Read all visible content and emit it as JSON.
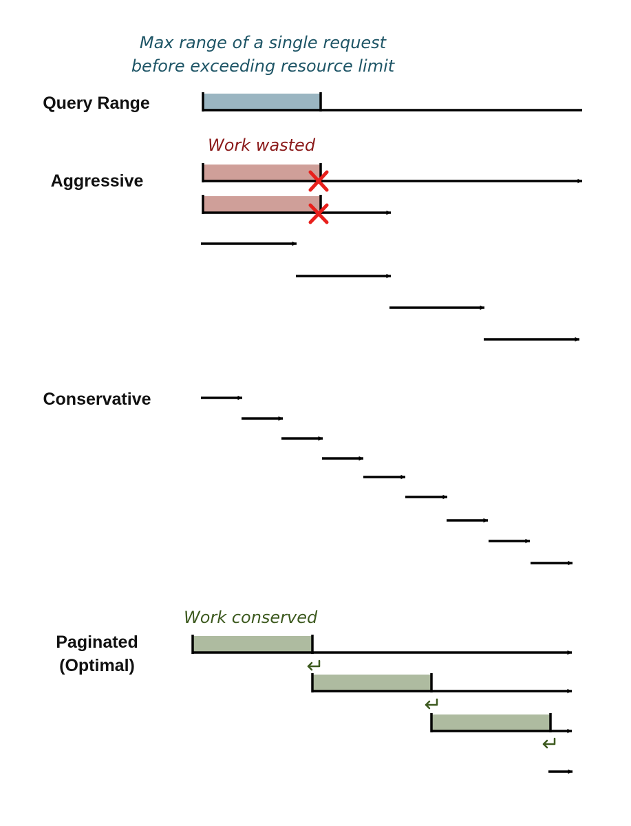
{
  "colors": {
    "line": "#000000",
    "limit_note": "#1e5566",
    "wasted_note": "#8b1a1a",
    "conserved_note": "#3d5a1f",
    "limit_fill": "#9ab5c1",
    "wasted_fill": "#cf9f99",
    "conserved_fill": "#aebba0",
    "cross": "#e8201c",
    "page_return": "#3d5a1f"
  },
  "limit_note": {
    "line1": "Max range of a single request",
    "line2": "before exceeding resource limit"
  },
  "sections": {
    "query_range": {
      "label": "Query Range"
    },
    "aggressive": {
      "label": "Aggressive",
      "note": "Work wasted"
    },
    "conservative": {
      "label": "Conservative"
    },
    "paginated": {
      "label_line1": "Paginated",
      "label_line2": "(Optimal)",
      "note": "Work conserved"
    }
  },
  "icons": {
    "failure": "cross-icon",
    "continue": "return-arrow-icon"
  }
}
